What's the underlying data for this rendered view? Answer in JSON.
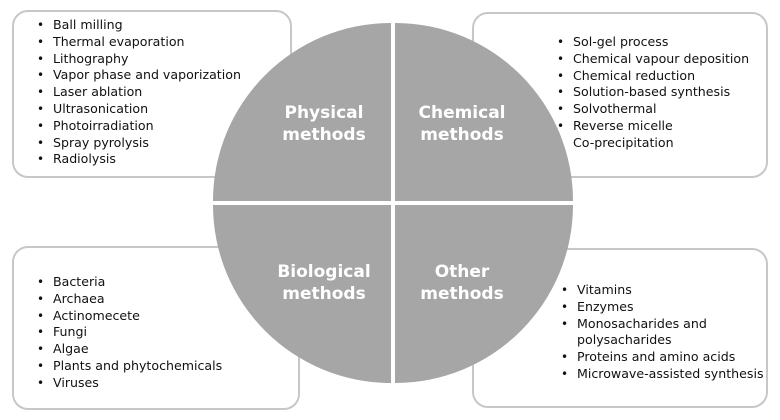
{
  "physical": {
    "title_line1": "Physical",
    "title_line2": "methods",
    "items": [
      "Ball milling",
      "Thermal evaporation",
      "Lithography",
      "Vapor phase and vaporization",
      "Laser ablation",
      "Ultrasonication",
      "Photoirradiation",
      "Spray pyrolysis",
      "Radiolysis"
    ]
  },
  "chemical": {
    "title_line1": "Chemical",
    "title_line2": "methods",
    "items": [
      "Sol-gel process",
      "Chemical vapour deposition",
      "Chemical reduction",
      "Solution-based synthesis",
      "Solvothermal",
      "Reverse micelle",
      "Co-precipitation"
    ]
  },
  "biological": {
    "title_line1": "Biological",
    "title_line2": "methods",
    "items": [
      "Bacteria",
      "Archaea",
      "Actinomecete",
      "Fungi",
      "Algae",
      "Plants and phytochemicals",
      "Viruses"
    ]
  },
  "other": {
    "title_line1": "Other",
    "title_line2": "methods",
    "items": [
      "Vitamins",
      "Enzymes",
      "Monosacharides and polysacharides",
      "Proteins and amino acids",
      "Microwave-assisted synthesis"
    ]
  },
  "colors": {
    "quadrant_fill": "#a6a6a6",
    "card_border": "#c7c7c7",
    "quadrant_text": "#ffffff"
  }
}
